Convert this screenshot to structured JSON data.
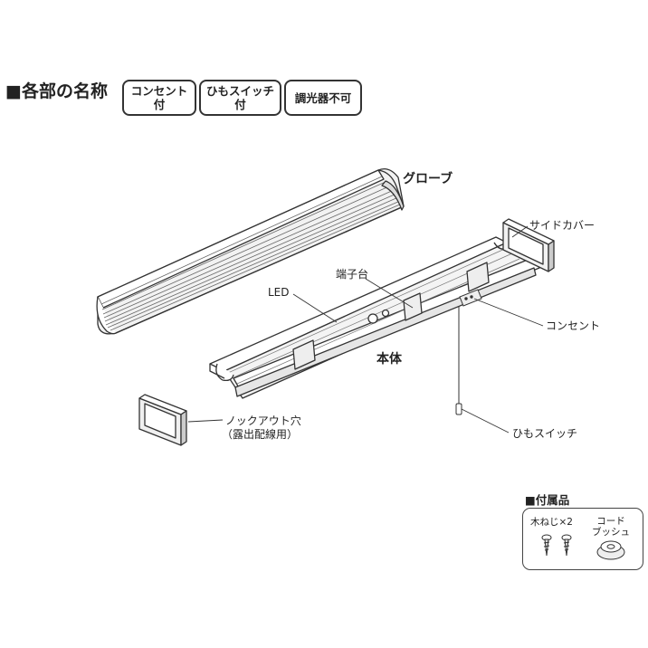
{
  "section_title": "■各部の名称",
  "badges": [
    {
      "line1": "コンセント",
      "line2": "付"
    },
    {
      "line1": "ひもスイッチ",
      "line2": "付"
    },
    {
      "line1": "調光器不可",
      "line2": ""
    }
  ],
  "parts": {
    "globe": "グローブ",
    "side_cover": "サイドカバー",
    "terminal_block": "端子台",
    "led": "LED",
    "outlet": "コンセント",
    "body": "本体",
    "knockout_line1": "ノックアウト穴",
    "knockout_line2": "（露出配線用）",
    "pull_switch": "ひもスイッチ"
  },
  "accessories": {
    "title": "■付属品",
    "screws": "木ねじ×2",
    "bushing_line1": "コード",
    "bushing_line2": "ブッシュ"
  }
}
